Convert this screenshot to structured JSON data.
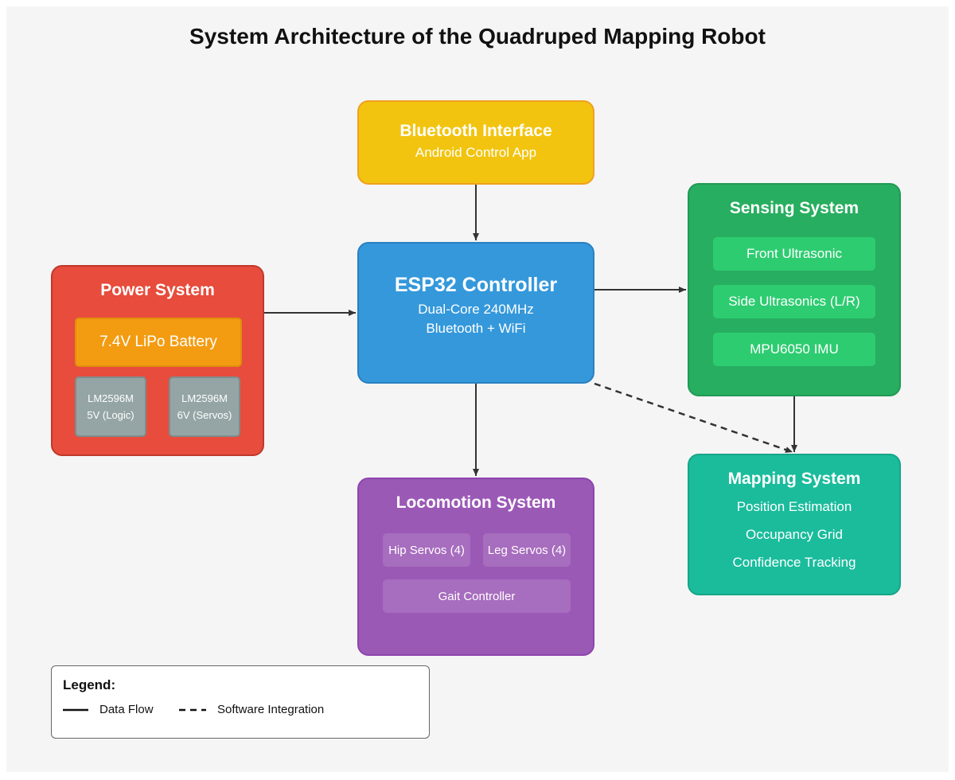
{
  "title": "System Architecture of the Quadruped Mapping Robot",
  "colors": {
    "bluetooth": "#f2c40f",
    "controller": "#3498db",
    "power": "#e74c3c",
    "battery": "#f39c12",
    "regulator": "#95a5a6",
    "sensing": "#27ae60",
    "sensor_item": "#2ecc71",
    "mapping": "#1abc9c",
    "locomotion": "#9b59b6",
    "background": "#f5f5f5"
  },
  "bluetooth": {
    "title": "Bluetooth Interface",
    "subtitle": "Android Control App"
  },
  "controller": {
    "title": "ESP32 Controller",
    "line1": "Dual-Core 240MHz",
    "line2": "Bluetooth + WiFi"
  },
  "power": {
    "title": "Power System",
    "battery": "7.4V LiPo Battery",
    "regulators": [
      {
        "name": "LM2596M",
        "output": "5V (Logic)"
      },
      {
        "name": "LM2596M",
        "output": "6V (Servos)"
      }
    ]
  },
  "sensing": {
    "title": "Sensing System",
    "items": [
      "Front Ultrasonic",
      "Side Ultrasonics (L/R)",
      "MPU6050 IMU"
    ]
  },
  "mapping": {
    "title": "Mapping System",
    "items": [
      "Position Estimation",
      "Occupancy Grid",
      "Confidence Tracking"
    ]
  },
  "locomotion": {
    "title": "Locomotion System",
    "hip": "Hip Servos (4)",
    "leg": "Leg Servos (4)",
    "gait": "Gait Controller"
  },
  "connections": [
    {
      "from": "Bluetooth Interface",
      "to": "ESP32 Controller",
      "style": "solid"
    },
    {
      "from": "Power System",
      "to": "ESP32 Controller",
      "style": "solid"
    },
    {
      "from": "ESP32 Controller",
      "to": "Sensing System",
      "style": "solid"
    },
    {
      "from": "ESP32 Controller",
      "to": "Locomotion System",
      "style": "solid"
    },
    {
      "from": "Sensing System",
      "to": "Mapping System",
      "style": "solid"
    },
    {
      "from": "ESP32 Controller",
      "to": "Mapping System",
      "style": "dashed"
    }
  ],
  "legend": {
    "title": "Legend:",
    "solid_label": "Data Flow",
    "dashed_label": "Software Integration"
  }
}
